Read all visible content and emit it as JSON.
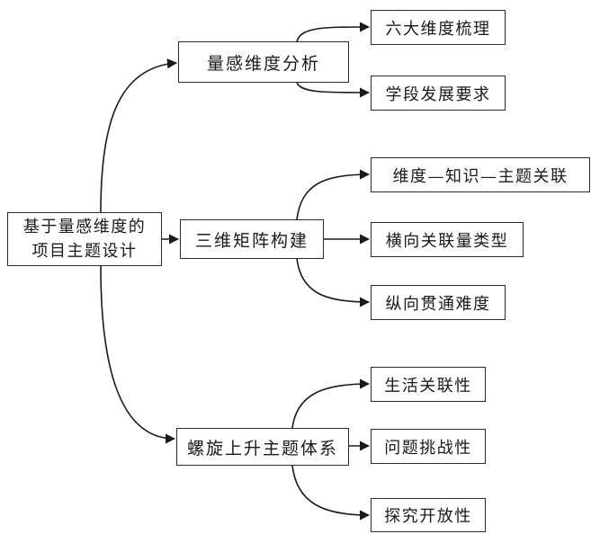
{
  "root": {
    "line1": "基于量感维度的",
    "line2": "项目主题设计"
  },
  "branches": [
    {
      "label": "量感维度分析",
      "children": [
        "六大维度梳理",
        "学段发展要求"
      ]
    },
    {
      "label": "三维矩阵构建",
      "children": [
        "维度—知识—主题关联",
        "横向关联量类型",
        "纵向贯通难度"
      ]
    },
    {
      "label": "螺旋上升主题体系",
      "children": [
        "生活关联性",
        "问题挑战性",
        "探究开放性"
      ]
    }
  ]
}
